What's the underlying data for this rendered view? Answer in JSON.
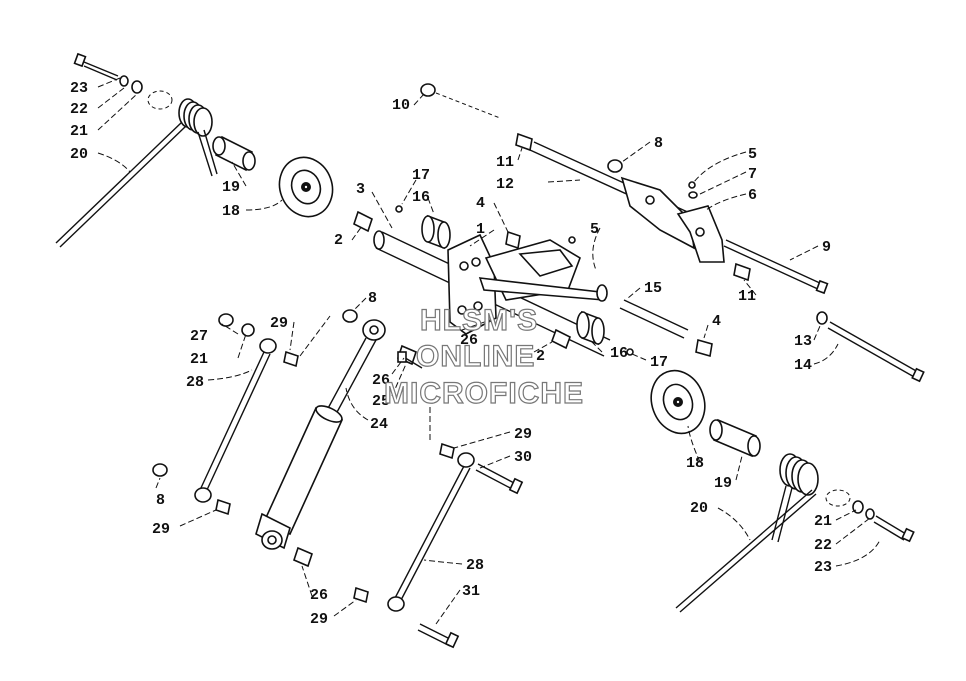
{
  "watermark": {
    "line1": "HLSM'S",
    "line2": "ONLINE",
    "line3": "MICROFICHE"
  },
  "callouts": [
    {
      "id": "c23a",
      "text": "23"
    },
    {
      "id": "c22a",
      "text": "22"
    },
    {
      "id": "c21a",
      "text": "21"
    },
    {
      "id": "c20a",
      "text": "20"
    },
    {
      "id": "c19a",
      "text": "19"
    },
    {
      "id": "c18a",
      "text": "18"
    },
    {
      "id": "c3",
      "text": "3"
    },
    {
      "id": "c2a",
      "text": "2"
    },
    {
      "id": "c17a",
      "text": "17"
    },
    {
      "id": "c16a",
      "text": "16"
    },
    {
      "id": "c10",
      "text": "10"
    },
    {
      "id": "c4a",
      "text": "4"
    },
    {
      "id": "c1",
      "text": "1"
    },
    {
      "id": "c11a",
      "text": "11"
    },
    {
      "id": "c12",
      "text": "12"
    },
    {
      "id": "c8a",
      "text": "8"
    },
    {
      "id": "c5a",
      "text": "5"
    },
    {
      "id": "c7",
      "text": "7"
    },
    {
      "id": "c6",
      "text": "6"
    },
    {
      "id": "c5b",
      "text": "5"
    },
    {
      "id": "c9",
      "text": "9"
    },
    {
      "id": "c11b",
      "text": "11"
    },
    {
      "id": "c15",
      "text": "15"
    },
    {
      "id": "c4b",
      "text": "4"
    },
    {
      "id": "c13",
      "text": "13"
    },
    {
      "id": "c14",
      "text": "14"
    },
    {
      "id": "c26a",
      "text": "26"
    },
    {
      "id": "c2b",
      "text": "2"
    },
    {
      "id": "c16b",
      "text": "16"
    },
    {
      "id": "c17b",
      "text": "17"
    },
    {
      "id": "c8b",
      "text": "8"
    },
    {
      "id": "c29a",
      "text": "29"
    },
    {
      "id": "c27",
      "text": "27"
    },
    {
      "id": "c21b",
      "text": "21"
    },
    {
      "id": "c28a",
      "text": "28"
    },
    {
      "id": "c26b",
      "text": "26"
    },
    {
      "id": "c25",
      "text": "25"
    },
    {
      "id": "c24",
      "text": "24"
    },
    {
      "id": "c29b",
      "text": "29"
    },
    {
      "id": "c30",
      "text": "30"
    },
    {
      "id": "c18b",
      "text": "18"
    },
    {
      "id": "c19b",
      "text": "19"
    },
    {
      "id": "c8c",
      "text": "8"
    },
    {
      "id": "c29c",
      "text": "29"
    },
    {
      "id": "c20b",
      "text": "20"
    },
    {
      "id": "c21c",
      "text": "21"
    },
    {
      "id": "c22b",
      "text": "22"
    },
    {
      "id": "c23b",
      "text": "23"
    },
    {
      "id": "c28b",
      "text": "28"
    },
    {
      "id": "c26c",
      "text": "26"
    },
    {
      "id": "c31",
      "text": "31"
    },
    {
      "id": "c29d",
      "text": "29"
    }
  ]
}
